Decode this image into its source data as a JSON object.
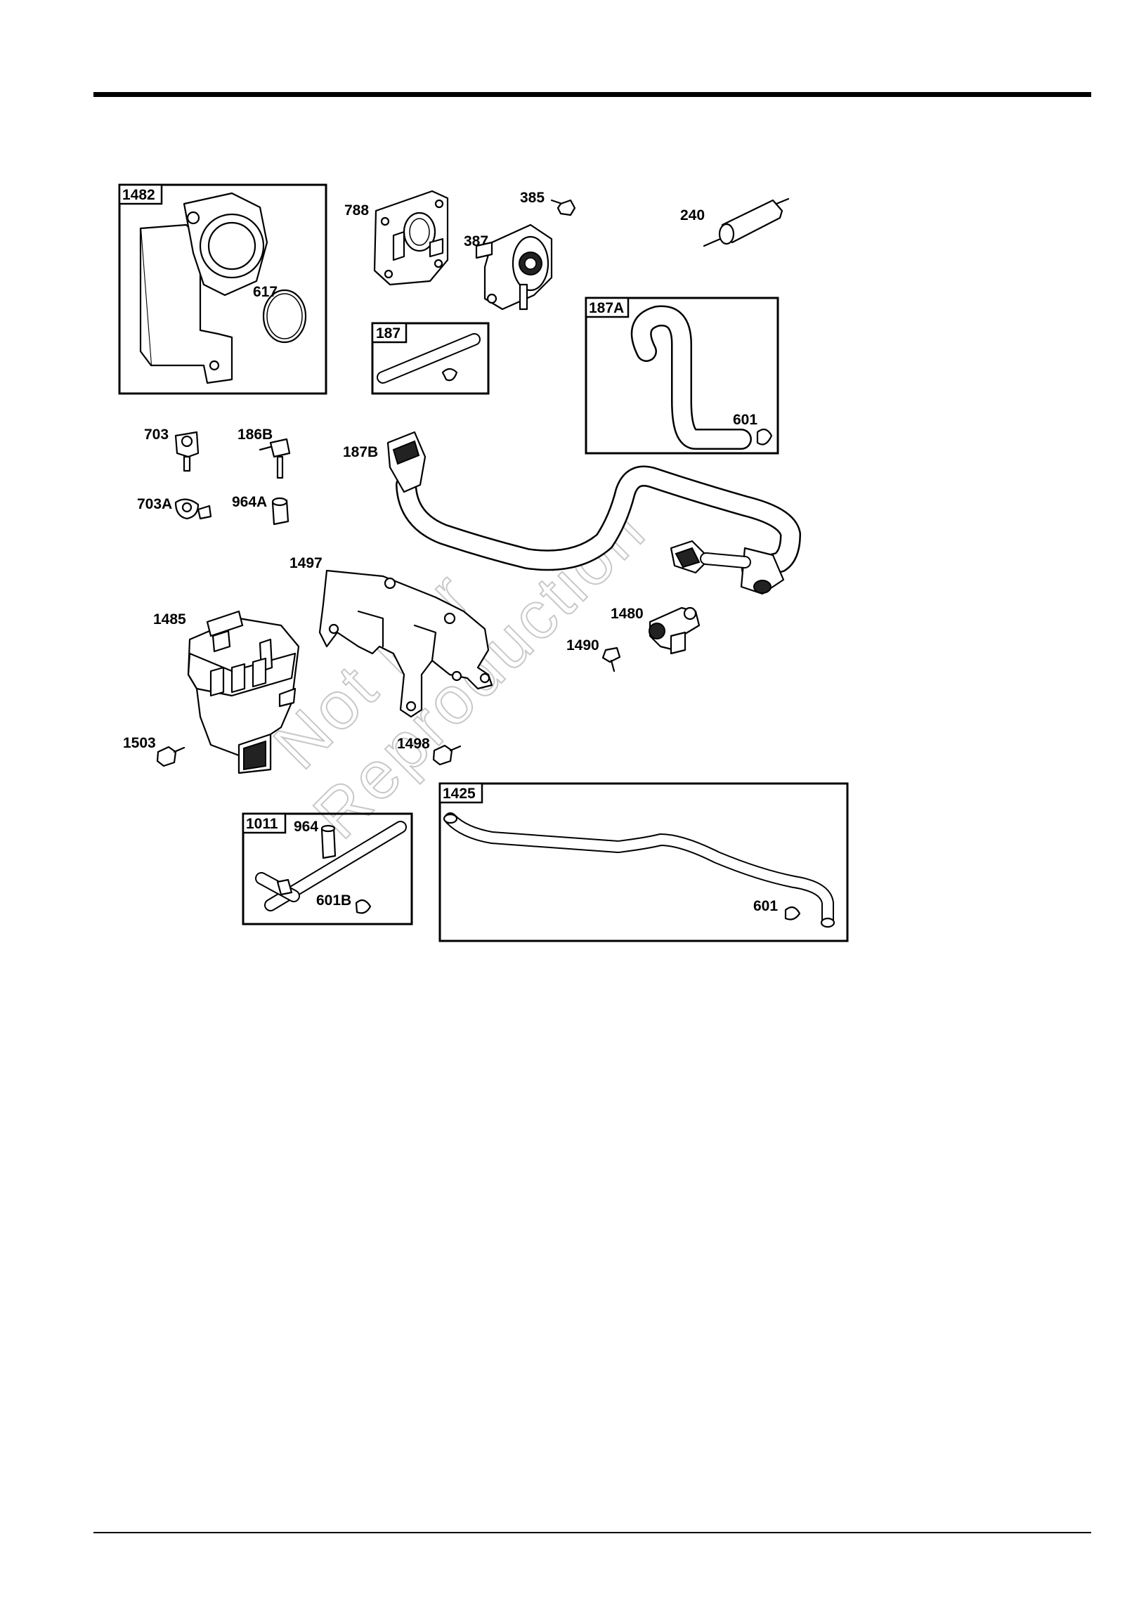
{
  "watermark": {
    "line1": "Not For",
    "line2": "Reproduction"
  },
  "callouts": {
    "c1482": "1482",
    "c617": "617",
    "c788": "788",
    "c385": "385",
    "c387": "387",
    "c240": "240",
    "c187": "187",
    "c187A": "187A",
    "c601a": "601",
    "c703": "703",
    "c186B": "186B",
    "c187B": "187B",
    "c703A": "703A",
    "c964A": "964A",
    "c1497": "1497",
    "c1485": "1485",
    "c1480": "1480",
    "c1490": "1490",
    "c1503": "1503",
    "c1498": "1498",
    "c1425": "1425",
    "c1011": "1011",
    "c964": "964",
    "c601B": "601B",
    "c601b": "601"
  }
}
